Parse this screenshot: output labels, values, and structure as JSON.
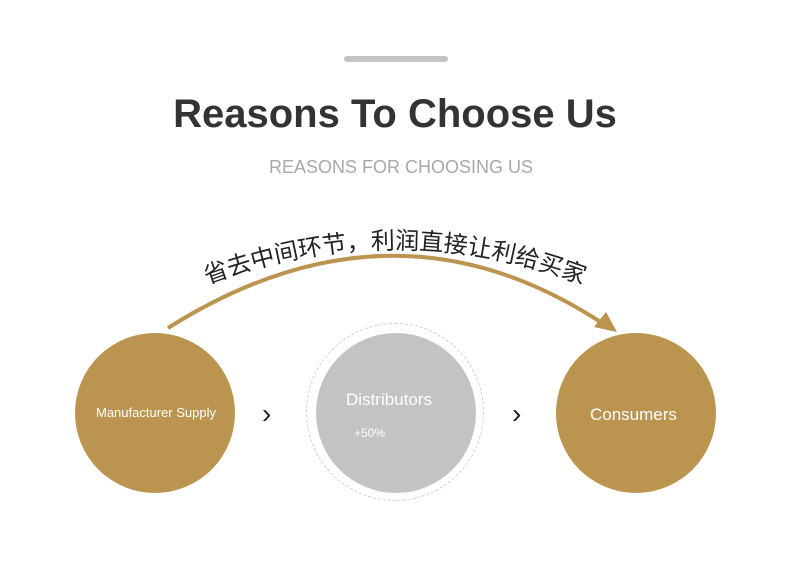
{
  "header": {
    "title": "Reasons To Choose Us",
    "subtitle": "REASONS FOR CHOOSING US"
  },
  "arc_text": "省去中间环节，利润直接让利给买家",
  "steps": [
    {
      "label": "Manufacturer Supply"
    },
    {
      "label": "Distributors",
      "note": "+50%"
    },
    {
      "label": "Consumers"
    }
  ],
  "colors": {
    "gold": "#bb944f",
    "gray": "#c3c3c3"
  }
}
